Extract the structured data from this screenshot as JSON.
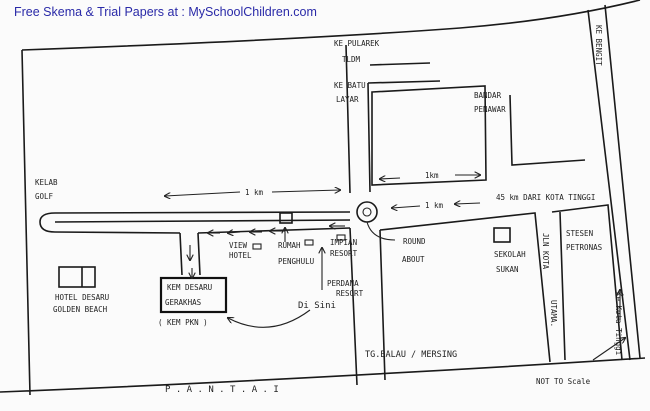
{
  "banner": "Free Skema & Trial Papers at : MySchoolChildren.com",
  "labels": {
    "ke_pulrek": "KE PULAREK",
    "tldm": "TLDM",
    "ke_batu": "KE BATU",
    "layar": "LAYAR",
    "bandar": "BANDAR",
    "penawar": "PENAWAR",
    "ke_bengit": "KE BENGIT",
    "kelab": "KELAB",
    "golf": "GOLF",
    "dist_1km_left": "1 km",
    "dist_1km_top": "1km",
    "dist_1km_right": "1 km",
    "from_kota_tinggi": "45 km DARI KOTA TINGGI",
    "view_hotel_1": "VIEW",
    "view_hotel_2": "HOTEL",
    "rumah_1": "RUMAH",
    "rumah_2": "PENGHULU",
    "impian_1": "IMPIAN",
    "impian_2": "RESORT",
    "perdana_1": "PERDANA",
    "perdana_2": "RESORT",
    "round_1": "ROUND",
    "round_2": "ABOUT",
    "sekolah_1": "SEKOLAH",
    "sekolah_2": "SUKAN",
    "stesen_1": "STESEN",
    "stesen_2": "PETRONAS",
    "jln_kota": "JLN KOTA",
    "utama": "UTAMA.",
    "hotel_1": "HOTEL DESARU",
    "hotel_2": "GOLDEN BEACH",
    "kem_1": "KEM DESARU",
    "kem_2": "GERAKHAS",
    "kem_pkn": "( KEM PKN )",
    "di_sini": "Di Sini",
    "tg_balau": "TG.BALAU / MERSING",
    "ke_kota_tinggi": "Ke Kota Tinggi",
    "pantai": "P . A . N . T . A . I",
    "not_to_scale": "NOT TO Scale"
  }
}
